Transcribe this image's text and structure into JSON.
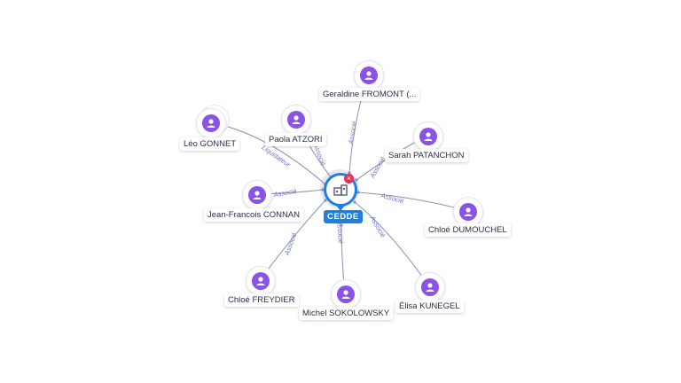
{
  "center": {
    "name": "CEDDE",
    "icon": "company-icon",
    "close_icon": "close-icon"
  },
  "people": [
    {
      "id": "geraldine",
      "name": "Geraldine FROMONT (...",
      "relation": "Associé",
      "stacked": false
    },
    {
      "id": "leo",
      "name": "Léo GONNET",
      "relation": "Liquidateur",
      "stacked": true
    },
    {
      "id": "paola",
      "name": "Paola ATZORI",
      "relation": "Associé",
      "stacked": false
    },
    {
      "id": "sarah",
      "name": "Sarah PATANCHON",
      "relation": "Associé",
      "stacked": false
    },
    {
      "id": "jeanfrancois",
      "name": "Jean-Francois CONNAN",
      "relation": "Associé",
      "stacked": false
    },
    {
      "id": "chloed",
      "name": "Chloé DUMOUCHEL",
      "relation": "Associé",
      "stacked": false
    },
    {
      "id": "chloef",
      "name": "Chloé FREYDIER",
      "relation": "Associé",
      "stacked": false
    },
    {
      "id": "michel",
      "name": "Michel SOKOLOWSKY",
      "relation": "Associé",
      "stacked": false
    },
    {
      "id": "elisa",
      "name": "Élisa KUNEGEL",
      "relation": "Associé",
      "stacked": false
    }
  ],
  "colors": {
    "center": "#1e7fe0",
    "avatar": "#8b52e6",
    "edge": "#8a8fb8",
    "close": "#e0335a"
  }
}
